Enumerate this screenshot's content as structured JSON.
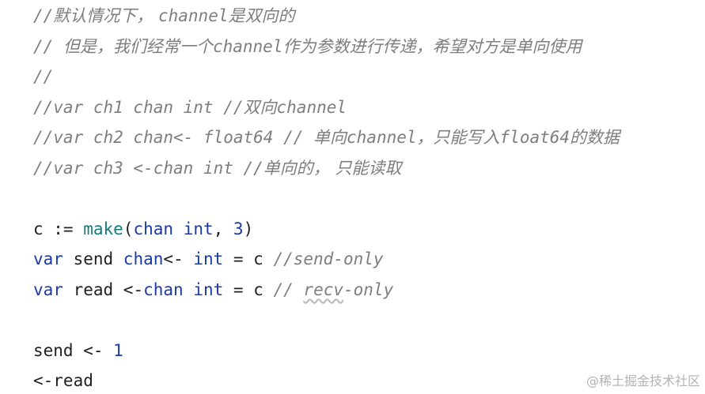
{
  "code": {
    "line1": {
      "slash": "//",
      "t1": "默认情况下， ",
      "t2": "channel",
      "t3": "是双向的"
    },
    "line2": {
      "slash": "// ",
      "t1": "但是，我们经常一个",
      "t2": "channel",
      "t3": "作为参数进行传递，希望对方是单向使用"
    },
    "line3": {
      "slash": "//"
    },
    "line4": {
      "t1": "//var ch1 chan int //",
      "t2": "双向",
      "t3": "channel"
    },
    "line5": {
      "t1": "//var ch2 chan<- float64 // ",
      "t2": "单向",
      "t3": "channel",
      "t4": "，只能写入",
      "t5": "float64",
      "t6": "的数据"
    },
    "line6": {
      "t1": "//var ch3 <-chan int //",
      "t2": "单向的， 只能读取"
    },
    "line7": {
      "ident": "c := ",
      "fn": "make",
      "p1": "(",
      "kw1": "chan",
      "sp": " ",
      "kw2": "int",
      "p2": ", ",
      "num": "3",
      "p3": ")"
    },
    "line8": {
      "kw_var": "var",
      "t1": " send ",
      "kw_chan": "chan",
      "t2": "<- ",
      "kw_int": "int",
      "t3": " = c ",
      "comment": "//send-only"
    },
    "line9": {
      "kw_var": "var",
      "t1": " read <-",
      "kw_chan": "chan",
      "t2": " ",
      "kw_int": "int",
      "t3": " = c ",
      "comment_slash": "// ",
      "comment_word": "recv",
      "comment_rest": "-only"
    },
    "line10": {
      "t1": "send <- ",
      "num": "1"
    },
    "line11": {
      "t1": "<-read"
    }
  },
  "watermark": "@稀土掘金技术社区"
}
